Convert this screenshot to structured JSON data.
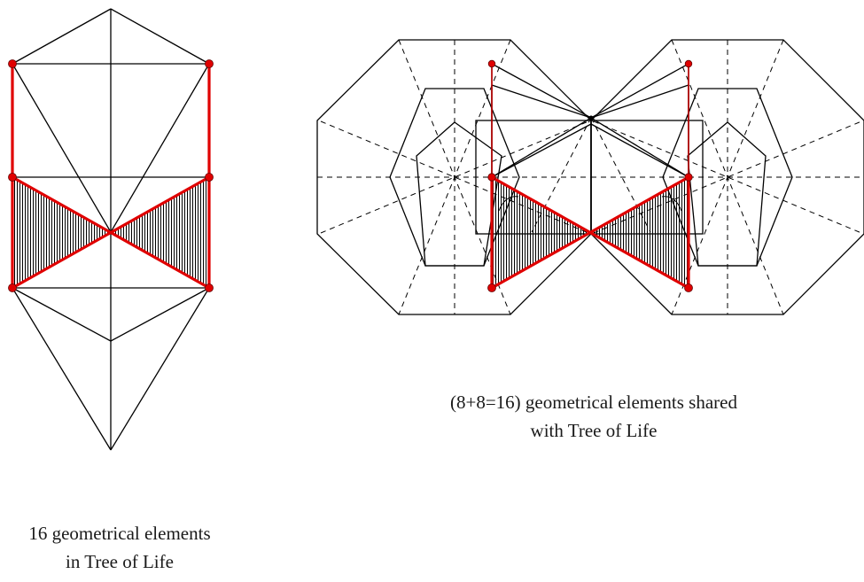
{
  "diagram": {
    "left_caption": {
      "line1": "16 geometrical elements",
      "line2": "in Tree of Life"
    },
    "right_caption": {
      "line1": "(8+8=16) geometrical elements shared",
      "line2": "with Tree of Life"
    },
    "colors": {
      "line": "#000000",
      "highlight": "#e00000",
      "hatch": "#000000",
      "background": "#ffffff"
    }
  }
}
